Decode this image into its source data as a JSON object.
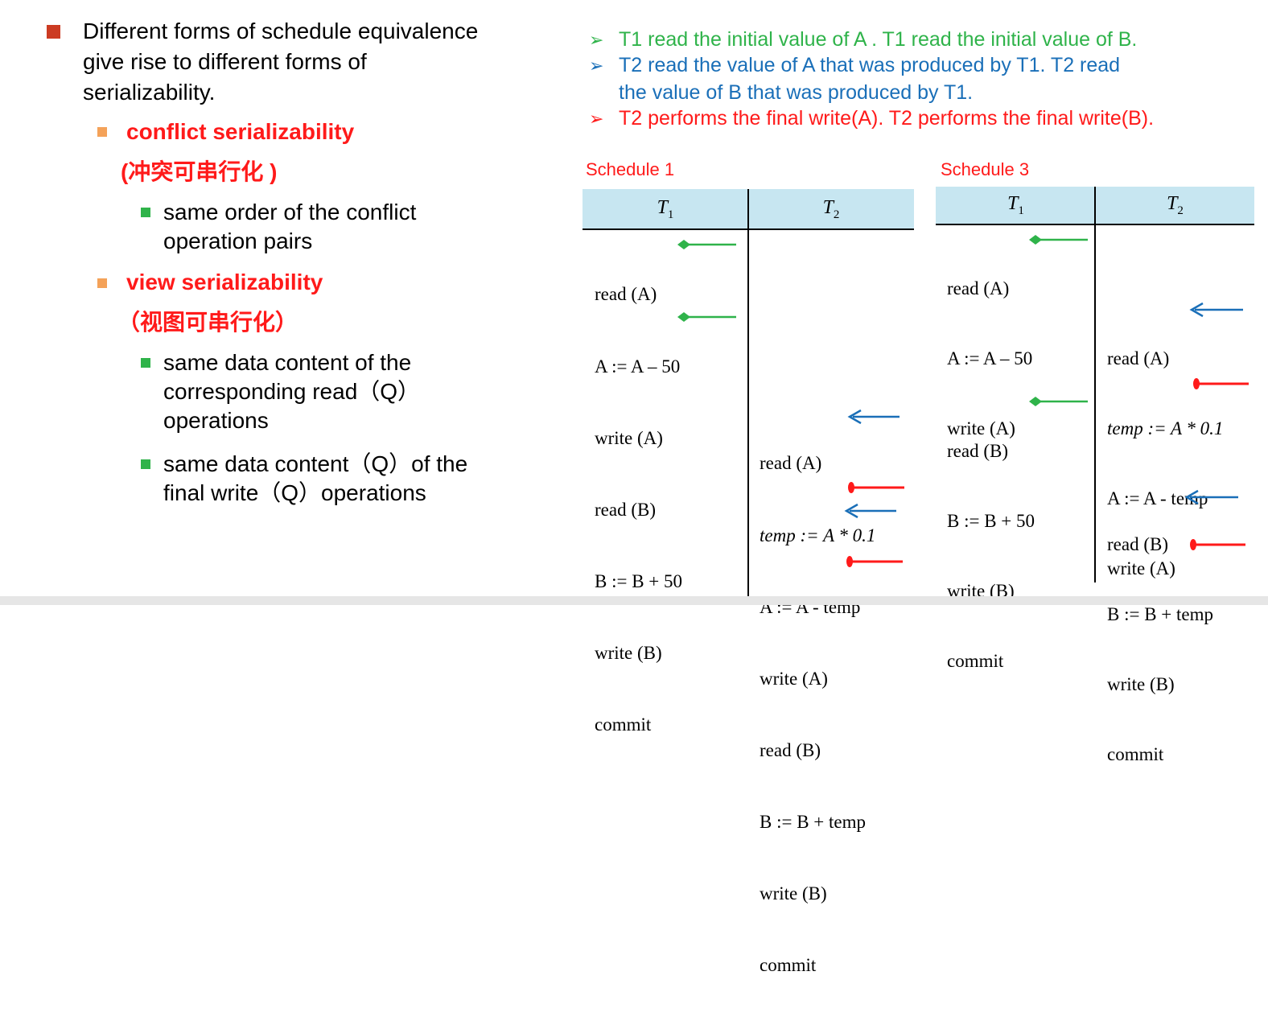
{
  "left": {
    "intro": [
      "Different forms of schedule equivalence",
      "give rise to different forms of",
      "serializability."
    ],
    "conflict": {
      "title": "conflict serializability",
      "subtitle": "(冲突可串行化 )",
      "bullet": [
        "same order  of the conflict",
        "operation pairs"
      ]
    },
    "view": {
      "title": "view serializability",
      "subtitle": "（视图可串行化）",
      "bullet1": [
        "same data content of  the",
        "corresponding read（Q）",
        "operations"
      ],
      "bullet2": [
        "same data content（Q）of  the",
        "final write（Q）operations"
      ]
    }
  },
  "notes": {
    "green": "T1 read the initial value  of A . T1 read the initial value  of B.",
    "blue_line1": "T2 read the value of A  that was produced  by T1.  T2 read",
    "blue_line2": "the value of B that was produced  by T1.",
    "red": "T2 performs the final write(A). T2 performs the final write(B).",
    "colors": {
      "green": "#2fb34a",
      "blue": "#1a6fb8",
      "red": "#ff1a1a"
    }
  },
  "schedule1": {
    "label": "Schedule 1",
    "header": {
      "t1": "T",
      "t1_sub": "1",
      "t2": "T",
      "t2_sub": "2"
    }
  },
  "schedule3": {
    "label": "Schedule 3",
    "header": {
      "t1": "T",
      "t1_sub": "1",
      "t2": "T",
      "t2_sub": "2"
    }
  },
  "ops": {
    "read_a": "read (A)",
    "a_minus_50": "A := A – 50",
    "write_a": "write (A)",
    "read_b": "read (B)",
    "b_plus_50": "B := B + 50",
    "write_b": "write (B)",
    "commit": "commit",
    "temp_assign": "temp := A * 0.1",
    "a_minus_temp": "A := A - temp",
    "b_plus_temp": "B := B + temp"
  },
  "arrow_colors": {
    "green": "#2fb34a",
    "blue": "#1a6fb8",
    "red": "#ff1a1a",
    "header_bg": "#c7e6f1"
  }
}
